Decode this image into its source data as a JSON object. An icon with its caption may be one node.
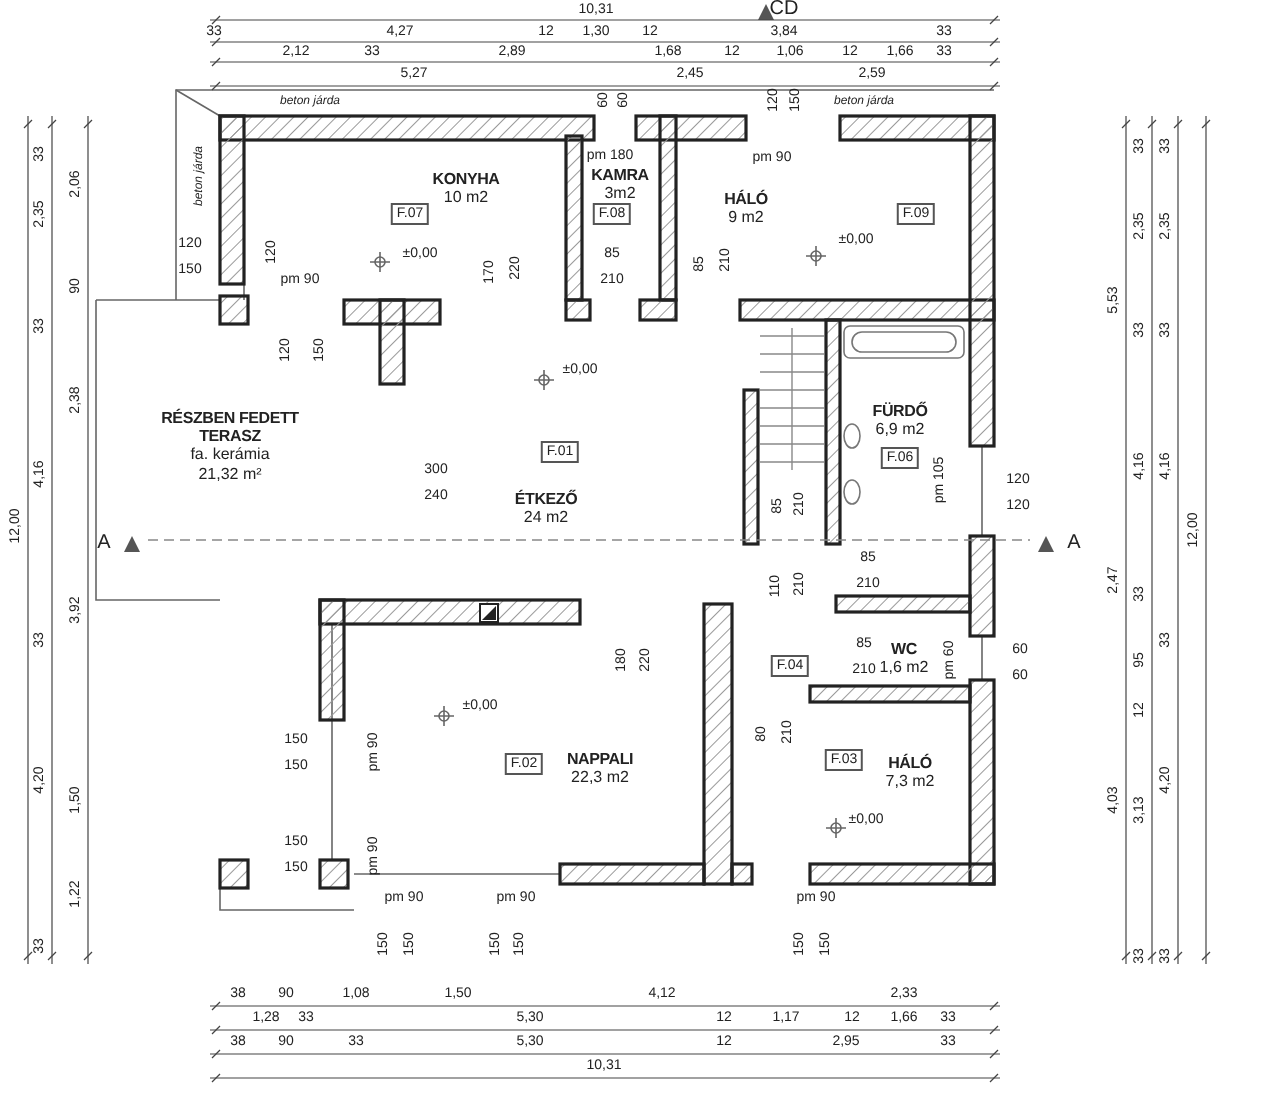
{
  "diagram": {
    "nodes": [
      {
        "text": [
          "KONYHA",
          "10 m2"
        ]
      },
      {
        "text": [
          "F.07"
        ],
        "in": 0
      },
      {
        "text": [
          "KAMRA",
          "3m2"
        ]
      },
      {
        "text": [
          "F.08"
        ],
        "in": 2
      },
      {
        "text": [
          "HÁLÓ",
          "9 m2"
        ]
      },
      {
        "text": [
          "F.09"
        ],
        "in": 4
      },
      {
        "text": [
          "RÉSZBEN FEDETT TERASZ",
          "fa. kerámia",
          "21,32 m²"
        ]
      },
      {
        "text": [
          "ÉTKEZŐ",
          "24 m2"
        ]
      },
      {
        "text": [
          "F.01"
        ],
        "in": 7
      },
      {
        "text": [
          "FÜRDŐ",
          "6,9 m2"
        ]
      },
      {
        "text": [
          "F.06"
        ],
        "in": 9
      },
      {
        "text": [
          "WC",
          "1,6 m2"
        ]
      },
      {
        "text": [
          "F.04"
        ]
      },
      {
        "text": [
          "NAPPALI",
          "22,3 m2"
        ]
      },
      {
        "text": [
          "F.02"
        ],
        "in": 13
      },
      {
        "text": [
          "HÁLÓ",
          "7,3 m2"
        ]
      },
      {
        "text": [
          "F.03"
        ],
        "in": 15
      }
    ],
    "edges": [],
    "labels": [
      "10,31",
      "CD",
      "33",
      "4,27",
      "12",
      "1,30",
      "12",
      "3,84",
      "33",
      "2,12",
      "33",
      "2,89",
      "1,68",
      "12",
      "1,06",
      "12",
      "1,66",
      "33",
      "5,27",
      "60",
      "60",
      "2,45",
      "120",
      "150",
      "2,59",
      "beton járda",
      "beton járda",
      "beton járda",
      "pm 180",
      "pm 90",
      "120",
      "150",
      "120",
      "pm 90",
      "±0,00",
      "±0,00",
      "170",
      "220",
      "85",
      "210",
      "85",
      "210",
      "120",
      "150",
      "±0,00",
      "300",
      "240",
      "pm 105",
      "120",
      "120",
      "A",
      "A",
      "85",
      "210",
      "85",
      "110",
      "210",
      "210",
      "85",
      "210",
      "pm 60",
      "60",
      "60",
      "180",
      "220",
      "±0,00",
      "80",
      "210",
      "150",
      "150",
      "pm 90",
      "±0,00",
      "150",
      "150",
      "pm 90",
      "pm 90",
      "pm 90",
      "pm 90",
      "150",
      "150",
      "150",
      "150",
      "150",
      "150",
      "33",
      "2,06",
      "2,35",
      "90",
      "33",
      "2,38",
      "4,16",
      "12,00",
      "3,92",
      "33",
      "4,20",
      "1,50",
      "1,22",
      "33",
      "33",
      "33",
      "2,35",
      "2,35",
      "5,53",
      "33",
      "33",
      "4,16",
      "4,16",
      "12,00",
      "2,47",
      "33",
      "33",
      "95",
      "12",
      "4,20",
      "4,03",
      "3,13",
      "33",
      "33",
      "38",
      "90",
      "1,08",
      "1,50",
      "4,12",
      "2,33",
      "1,28",
      "33",
      "5,30",
      "12",
      "1,17",
      "12",
      "1,66",
      "33",
      "38",
      "90",
      "33",
      "5,30",
      "12",
      "2,95",
      "33",
      "10,31"
    ]
  }
}
